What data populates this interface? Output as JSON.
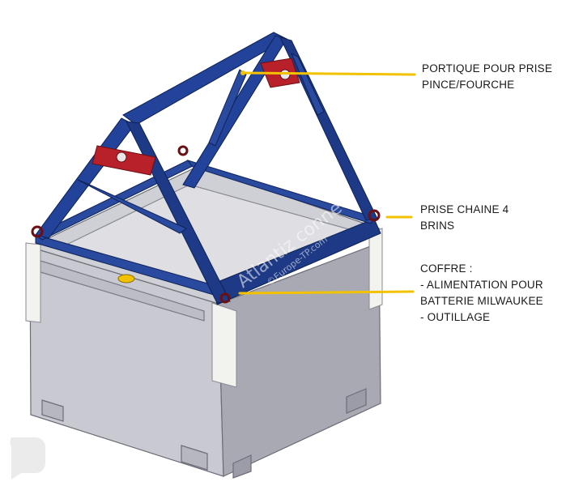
{
  "callouts": {
    "portique": {
      "lines": [
        "PORTIQUE POUR PRISE",
        "PINCE/FOURCHE"
      ]
    },
    "prise_chaine": {
      "lines": [
        "PRISE CHAINE 4",
        "BRINS"
      ]
    },
    "coffre": {
      "lines": [
        "COFFRE :",
        "- ALIMENTATION POUR",
        "BATTERIE  MILWAUKEE",
        "- OUTILLAGE"
      ]
    }
  },
  "watermark": {
    "main": "Atlantiz connect",
    "sub": "©Europe-TP.com"
  },
  "colors": {
    "frame_blue": "#1f3f8f",
    "frame_blue_dark": "#142c6b",
    "pocket_red": "#b8202a",
    "leader_yellow": "#f2c200",
    "box_side_left": "#c9c9d0",
    "box_side_right": "#a8a8b2",
    "box_top": "#d6d6dc"
  }
}
